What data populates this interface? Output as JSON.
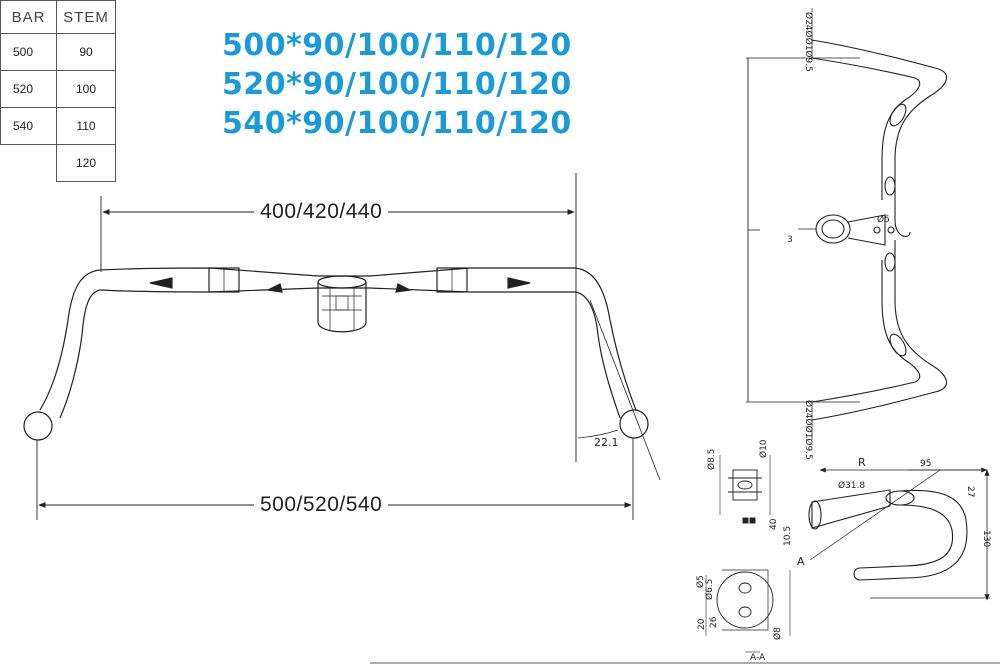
{
  "size_table": {
    "headers": [
      "BAR",
      "STEM"
    ],
    "rows": [
      [
        "500",
        "90"
      ],
      [
        "520",
        "100"
      ],
      [
        "540",
        "110"
      ],
      [
        "",
        "120"
      ]
    ]
  },
  "size_options": [
    "500*90/100/110/120",
    "520*90/100/110/120",
    "540*90/100/110/120"
  ],
  "front_view": {
    "top_width": "400/420/440",
    "bottom_width": "500/520/540",
    "flare_angle": "22.1"
  },
  "top_view": {
    "clamp_top": "Ø24ØØ1Ø9.5",
    "clamp_bottom": "Ø24ØØ1Ø9.5",
    "center_mark": "3",
    "hole_mark": "Ø5"
  },
  "side_view": {
    "reach_label": "R",
    "reach": "95",
    "drop": "130",
    "rise": "27",
    "clamp_diameter": "Ø31.8",
    "stem_height": "40",
    "stem_sub": "10.5",
    "section_label": "A"
  },
  "detail_labels": {
    "d1": "Ø8.5",
    "d2": "Ø10",
    "d3": "Ø5",
    "d4": "Ø8",
    "d5": "Ø6.5",
    "d6": "20",
    "d7": "26",
    "section": "A-A"
  },
  "colors": {
    "accent": "#1a9ad6",
    "line": "#222222"
  }
}
